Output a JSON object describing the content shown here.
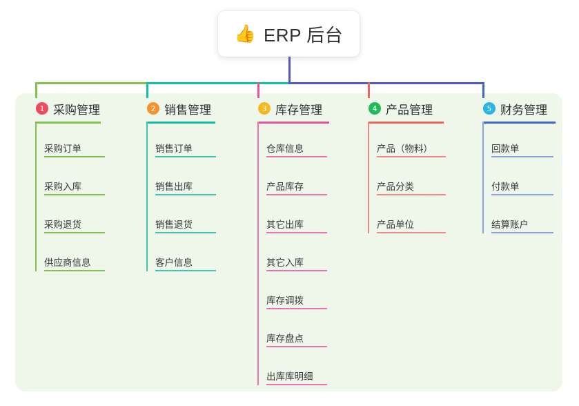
{
  "root": {
    "icon": "thumbs-up-emoji",
    "emoji": "👍",
    "label": "ERP 后台"
  },
  "panel": {
    "background": "#eef7e9"
  },
  "connectors": {
    "stem_color": "#4f55c0",
    "bus_segments": [
      {
        "color": "#82c04f"
      },
      {
        "color": "#13c0a2"
      },
      {
        "color": "#5158ca"
      }
    ],
    "drops": [
      "#82c04f",
      "#13c0a2",
      "#e8529a",
      "#f0635f",
      "#3f66cf"
    ]
  },
  "columns": [
    {
      "number": "1",
      "badge_color": "#f04a5f",
      "title": "采购管理",
      "rule_color": "#82c04f",
      "line_color": "#82c04f",
      "items": [
        {
          "label": "采购订单"
        },
        {
          "label": "采购入库"
        },
        {
          "label": "采购退货"
        },
        {
          "label": "供应商信息"
        }
      ]
    },
    {
      "number": "2",
      "badge_color": "#f5922f",
      "title": "销售管理",
      "rule_color": "#13c0a2",
      "line_color": "#44c4b0",
      "items": [
        {
          "label": "销售订单"
        },
        {
          "label": "销售出库"
        },
        {
          "label": "销售退货"
        },
        {
          "label": "客户信息"
        }
      ]
    },
    {
      "number": "3",
      "badge_color": "#f5b91f",
      "title": "库存管理",
      "rule_color": "#e8529a",
      "line_color": "#ea73ad",
      "items": [
        {
          "label": "仓库信息"
        },
        {
          "label": "产品库存"
        },
        {
          "label": "其它出库"
        },
        {
          "label": "其它入库"
        },
        {
          "label": "库存调拨"
        },
        {
          "label": "库存盘点"
        },
        {
          "label": "出库库明细"
        }
      ]
    },
    {
      "number": "4",
      "badge_color": "#22bb5b",
      "title": "产品管理",
      "rule_color": "#f0635f",
      "line_color": "#f08a86",
      "items": [
        {
          "label": "产品（物料）"
        },
        {
          "label": "产品分类"
        },
        {
          "label": "产品单位"
        }
      ]
    },
    {
      "number": "5",
      "badge_color": "#28b6e8",
      "title": "财务管理",
      "rule_color": "#3f66cf",
      "line_color": "#8aa4df",
      "items": [
        {
          "label": "回款单"
        },
        {
          "label": "付款单"
        },
        {
          "label": "结算账户"
        }
      ]
    }
  ]
}
